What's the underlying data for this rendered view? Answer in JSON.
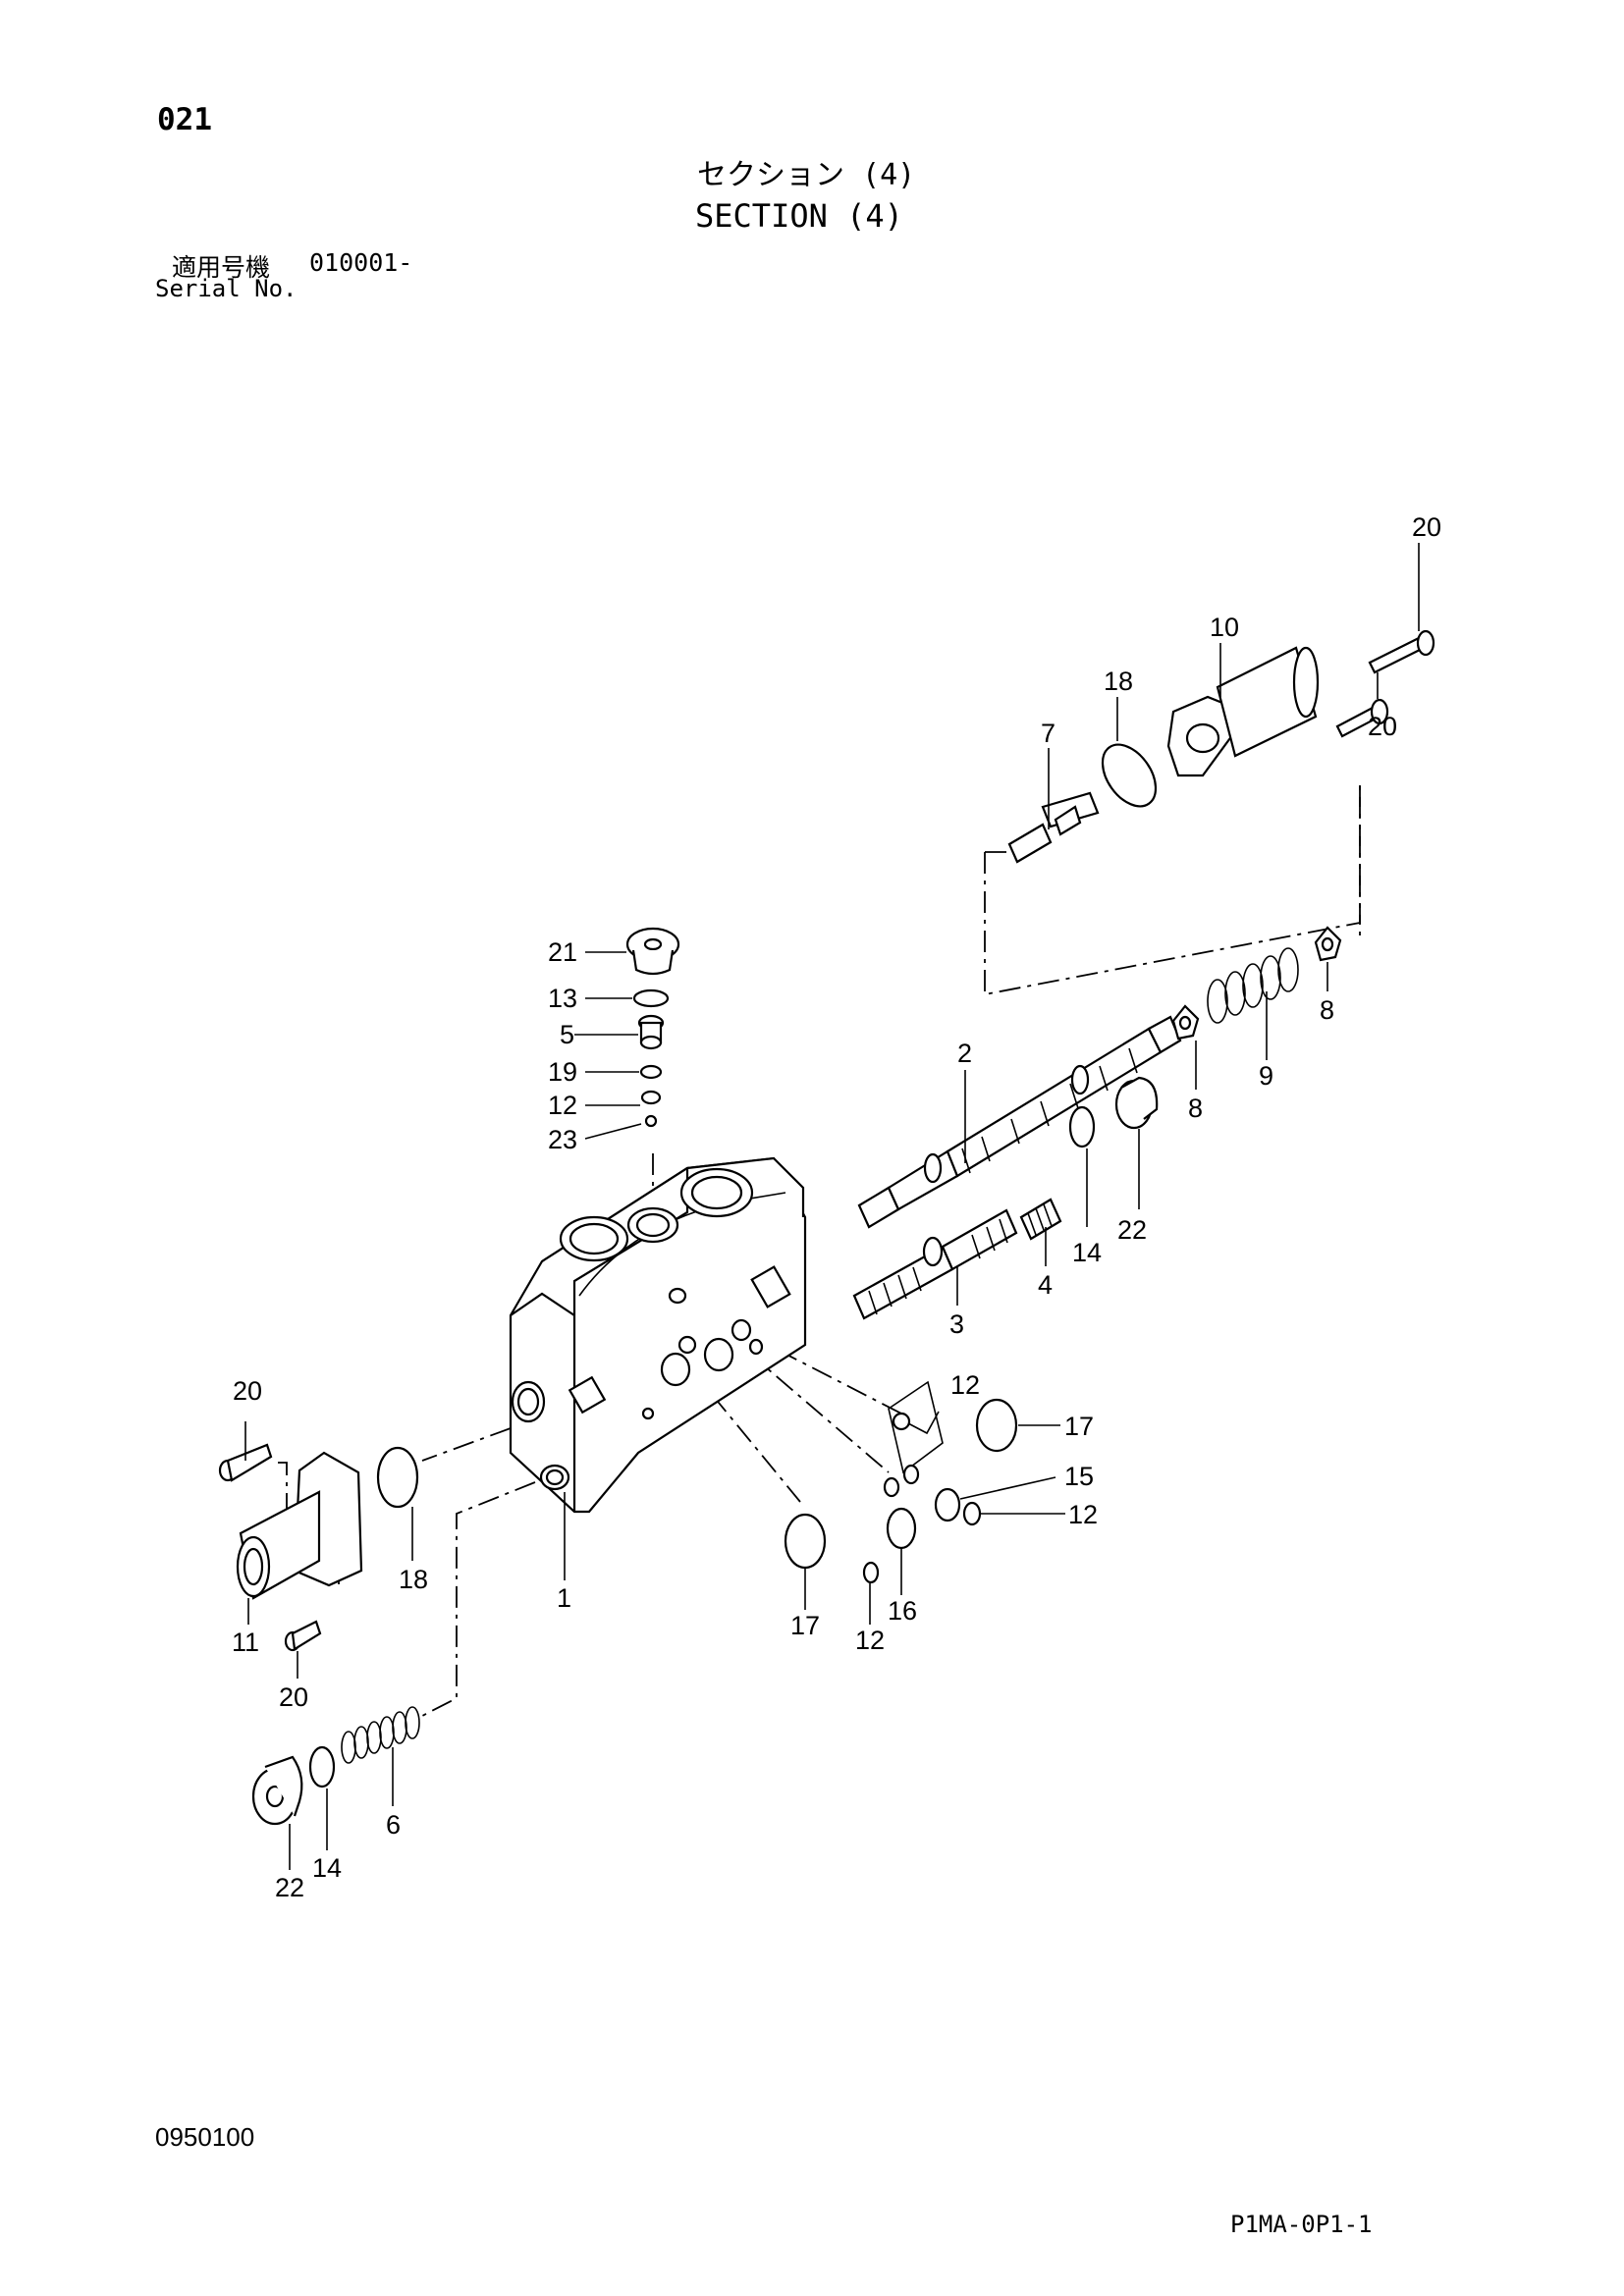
{
  "page_number": "021",
  "title_jp": "セクション (4)",
  "title_en": "SECTION (4)",
  "serial": {
    "label_jp": "適用号機",
    "value": "010001-",
    "label_en": "Serial No."
  },
  "drawing_code": "0950100",
  "page_code": "P1MA-0P1-1",
  "callouts": {
    "c1": "1",
    "c2": "2",
    "c3": "3",
    "c4": "4",
    "c5": "5",
    "c6": "6",
    "c7": "7",
    "c8a": "8",
    "c8b": "8",
    "c9": "9",
    "c10": "10",
    "c11": "11",
    "c12a": "12",
    "c12b": "12",
    "c12c": "12",
    "c12d": "12",
    "c13": "13",
    "c14a": "14",
    "c14b": "14",
    "c15": "15",
    "c16": "16",
    "c17a": "17",
    "c17b": "17",
    "c18a": "18",
    "c18b": "18",
    "c19": "19",
    "c20a": "20",
    "c20b": "20",
    "c20c": "20",
    "c20d": "20",
    "c21": "21",
    "c22a": "22",
    "c22b": "22",
    "c23": "23"
  }
}
